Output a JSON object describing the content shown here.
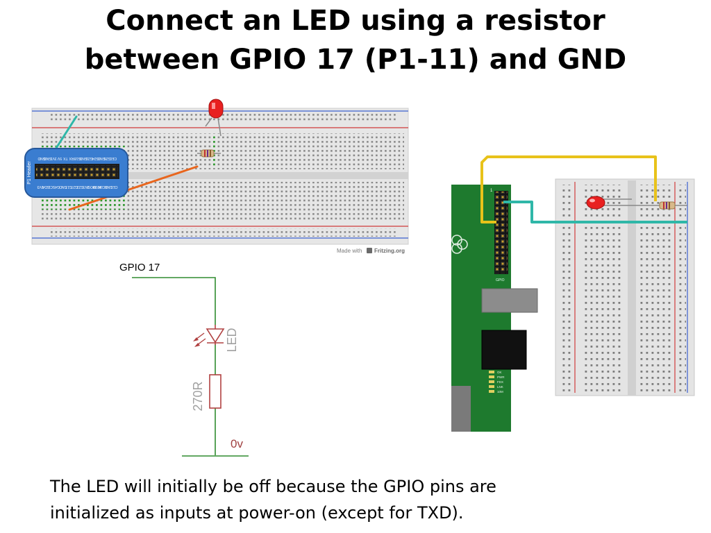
{
  "slide": {
    "title_line1": "Connect an LED using a resistor",
    "title_line2": "between GPIO 17 (P1-11) and GND",
    "caption_line1": "The LED will initially be off because the GPIO pins are",
    "caption_line2": "initialized as inputs at power-on (except for TXD)."
  },
  "breadboard": {
    "credit_prefix": "Made with",
    "credit_brand": "Fritzing.org",
    "header_label": "P1 Header",
    "pin_top": [
      "GND",
      "GND",
      "3V3",
      "5V",
      "TX",
      "RX",
      "G18",
      "GND",
      "G23",
      "G24",
      "GND",
      "G25",
      "CE0"
    ],
    "pin_bottom": [
      "3V3",
      "SDA",
      "SCL",
      "G4",
      "GND",
      "G17",
      "G27",
      "G22",
      "3V3",
      "MOSI",
      "MISO",
      "SCLK",
      "GND",
      "CE1"
    ]
  },
  "schematic": {
    "gpio_label": "GPIO 17",
    "led_label": "LED",
    "resistor_label": "270R",
    "ground_label": "0v"
  },
  "pi_photo": {
    "gpio_label": "GPIO",
    "pin1_label": "1",
    "status_leds": [
      "OK",
      "PWR",
      "FDX",
      "LNK",
      "10M"
    ]
  },
  "colors": {
    "wire_teal": "#2fb7a8",
    "wire_orange": "#e8661e",
    "wire_yellow": "#e8c21a",
    "led_red": "#e82020",
    "schematic_red": "#b04040",
    "schematic_green": "#2e8b2e",
    "pi_green": "#1e7a2e",
    "header_blue": "#3a7dd0"
  }
}
